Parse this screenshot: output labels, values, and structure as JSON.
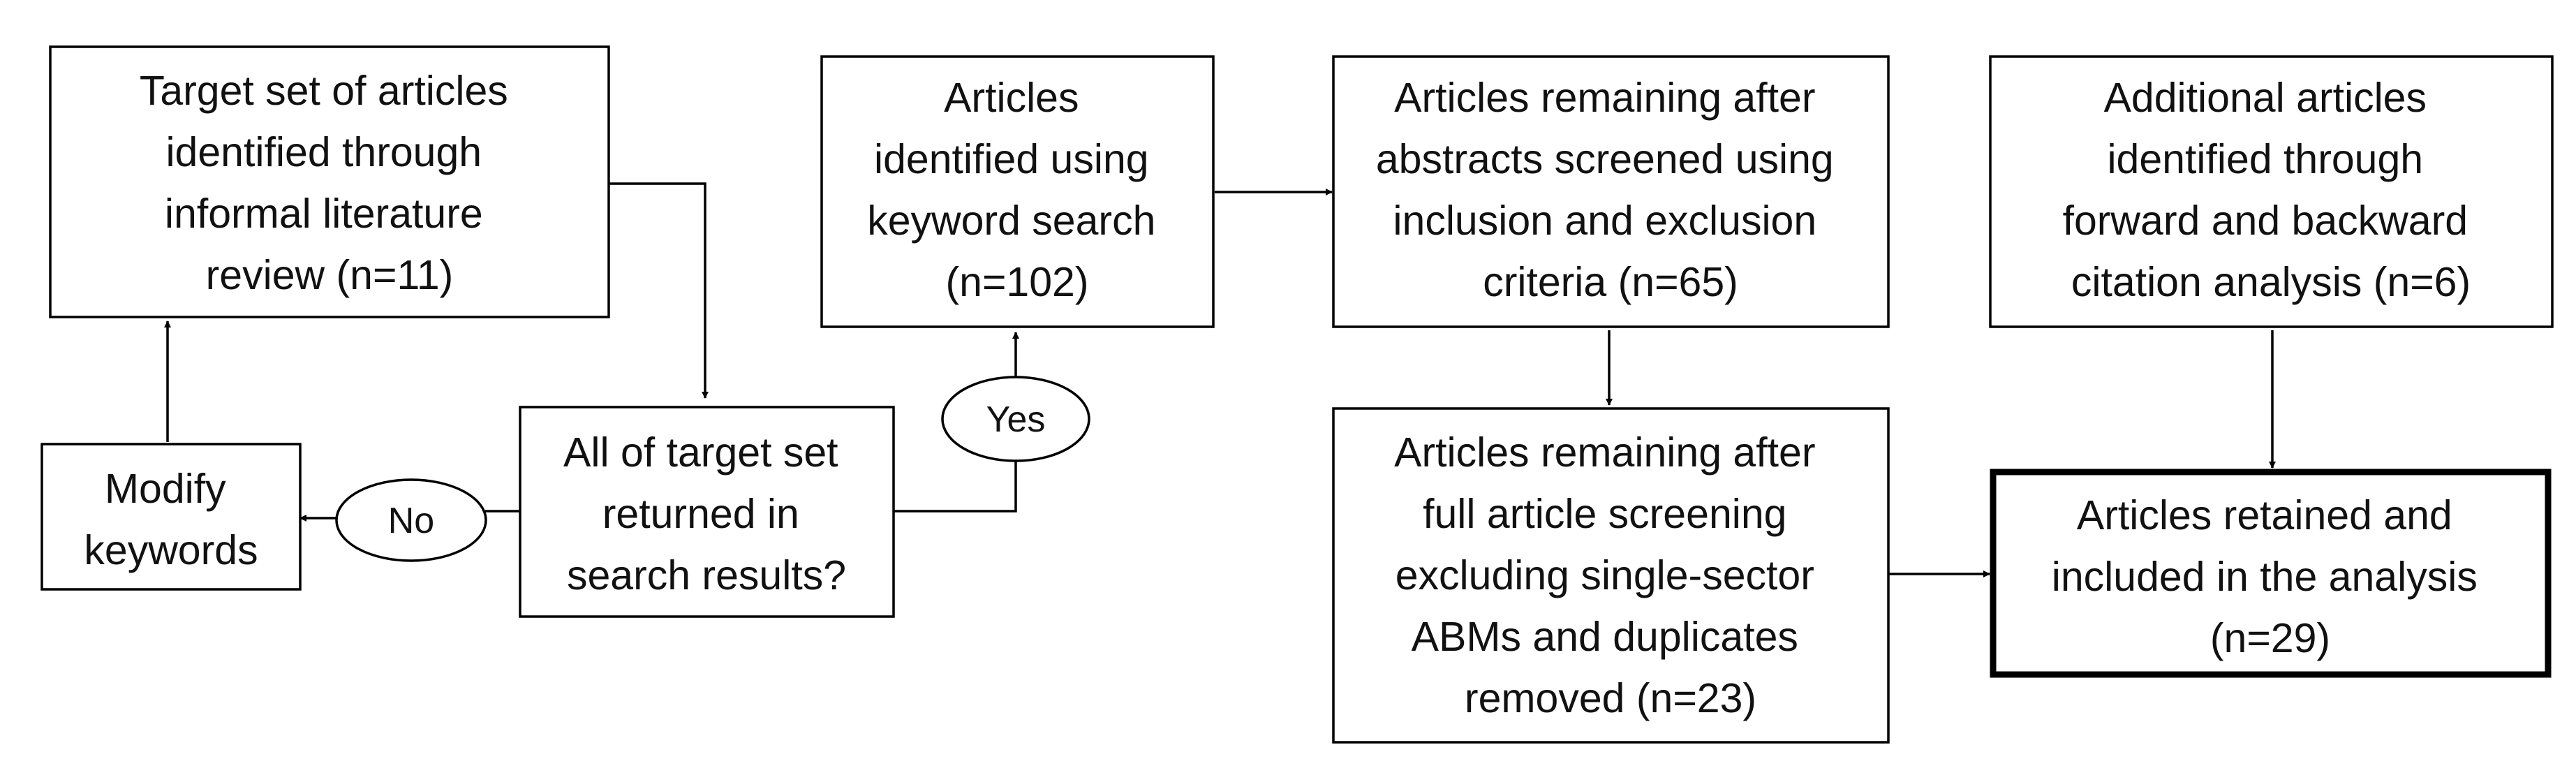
{
  "nodes": {
    "target_set": {
      "lines": [
        "Target set of articles",
        "identified through",
        "informal literature",
        "review (n=11)"
      ]
    },
    "keyword_search": {
      "lines": [
        "Articles",
        "identified using",
        "keyword search",
        "(n=102)"
      ]
    },
    "abstracts_screened": {
      "lines": [
        "Articles remaining after",
        "abstracts screened using",
        "inclusion and exclusion",
        "criteria (n=65)"
      ]
    },
    "citation_analysis": {
      "lines": [
        "Additional articles",
        "identified through",
        "forward and backward",
        "citation analysis (n=6)"
      ]
    },
    "modify_keywords": {
      "lines": [
        "Modify",
        "keywords"
      ]
    },
    "decision_question": {
      "lines": [
        "All of target set",
        "returned in",
        "search results?"
      ]
    },
    "full_screening": {
      "lines": [
        "Articles remaining after",
        "full article screening",
        "excluding single-sector",
        "ABMs and duplicates",
        "removed (n=23)"
      ]
    },
    "retained": {
      "lines": [
        "Articles retained and",
        "included in the analysis",
        "(n=29)"
      ]
    }
  },
  "edge_labels": {
    "yes": "Yes",
    "no": "No"
  },
  "colors": {
    "stroke": "#000000",
    "text": "#111111",
    "background": "#ffffff"
  }
}
